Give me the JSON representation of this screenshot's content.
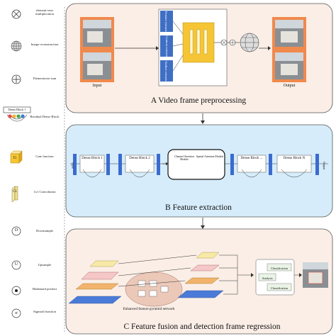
{
  "legend": [
    {
      "label": "element-wise multiplication",
      "icon": "circle-x-icon"
    },
    {
      "label": "Image reconstruction",
      "icon": "sphere-grid-icon"
    },
    {
      "label": "Elementwise sum",
      "icon": "circle-plus-icon"
    },
    {
      "label": "Residual Dense Block",
      "icon": "dense-block-icon",
      "badge": "Dense Block 1"
    },
    {
      "label": "Gate function",
      "icon": "gate-function-icon",
      "badge": "G"
    },
    {
      "label": "1x1 Convolution",
      "icon": "conv-1x1-icon",
      "badge": "C1"
    },
    {
      "label": "Downsample",
      "icon": "downsample-icon",
      "badge": "D"
    },
    {
      "label": "Upsample",
      "icon": "upsample-icon",
      "badge": "U"
    },
    {
      "label": "Hadamard product",
      "icon": "hadamard-icon"
    },
    {
      "label": "Sigmoid function",
      "icon": "sigmoid-icon",
      "badge": "σ"
    }
  ],
  "panel_a": {
    "caption": "A Video frame preprocessing",
    "input_label": "Input",
    "output_label": "Output",
    "extractors": [
      "Feature extractor",
      "Contour extractor",
      "Outline extractor"
    ]
  },
  "panel_b": {
    "caption": "B Feature extraction",
    "blocks": [
      "Dense Block 1",
      "Dense Block 2",
      "Dense Block ...",
      "Dense Block N"
    ],
    "attention": [
      "Channel Attention Module",
      "Spatial Attention Module"
    ],
    "side_labels": [
      "Input",
      "Output"
    ]
  },
  "panel_c": {
    "caption": "C Feature fusion and detection frame regression",
    "network_label": "Enhanced feature pyramid network",
    "heads": [
      "Classification",
      "Analysis",
      "Classification"
    ]
  },
  "colors": {
    "panel_a_bg": "#faeee6",
    "panel_b_bg": "#d6ecfa",
    "panel_c_bg": "#faeee6",
    "orange_frame": "#f0894c",
    "extractor_blue": "#3f6fc4",
    "gate_yellow": "#f5c535",
    "block_blue": "#3b6bd1"
  }
}
